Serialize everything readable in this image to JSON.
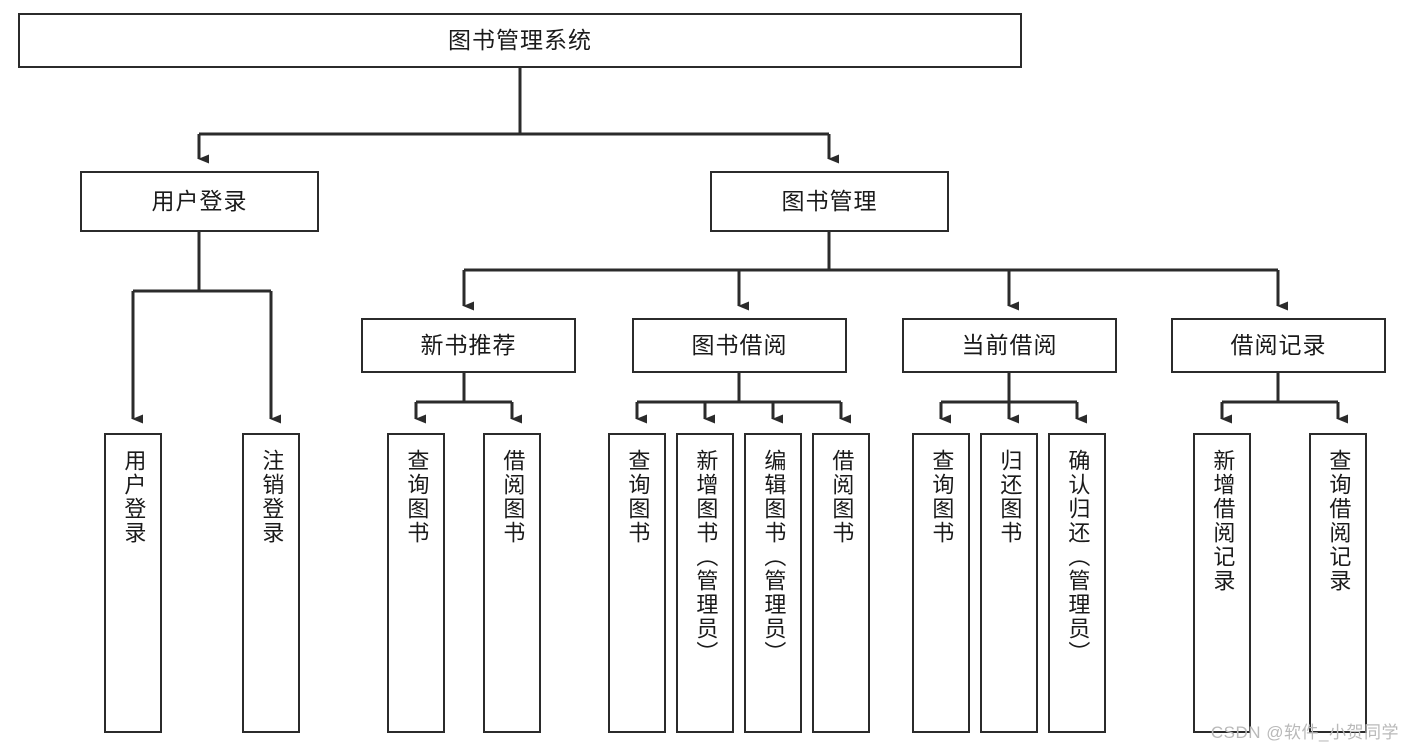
{
  "diagram": {
    "title": "图书管理系统",
    "type": "tree-hierarchy",
    "watermark": "CSDN @软件_小贺同学",
    "stroke_color": "#2b2b2b",
    "fill_color": "#ffffff",
    "text_color": "#1a1a1a",
    "watermark_color": "#b9b9b9"
  },
  "nodes": {
    "root": {
      "label": "图书管理系统",
      "level": 1,
      "orientation": "horizontal"
    },
    "l2": [
      {
        "id": "user-login",
        "label": "用户登录",
        "level": 2,
        "orientation": "horizontal"
      },
      {
        "id": "book-manage",
        "label": "图书管理",
        "level": 2,
        "orientation": "horizontal"
      }
    ],
    "l3": [
      {
        "id": "new-book-recommend",
        "label": "新书推荐",
        "level": 3,
        "orientation": "horizontal"
      },
      {
        "id": "book-borrow",
        "label": "图书借阅",
        "level": 3,
        "orientation": "horizontal"
      },
      {
        "id": "current-borrow",
        "label": "当前借阅",
        "level": 3,
        "orientation": "horizontal"
      },
      {
        "id": "borrow-record",
        "label": "借阅记录",
        "level": 3,
        "orientation": "horizontal"
      }
    ],
    "leaves": [
      {
        "id": "leaf-user-login",
        "label": "用户登录",
        "parent": "user-login",
        "orientation": "vertical"
      },
      {
        "id": "leaf-user-logout",
        "label": "注销登录",
        "parent": "user-login",
        "orientation": "vertical"
      },
      {
        "id": "leaf-query-book-1",
        "label": "查询图书",
        "parent": "new-book-recommend",
        "orientation": "vertical"
      },
      {
        "id": "leaf-borrow-book-1",
        "label": "借阅图书",
        "parent": "new-book-recommend",
        "orientation": "vertical"
      },
      {
        "id": "leaf-query-book-2",
        "label": "查询图书",
        "parent": "book-borrow",
        "orientation": "vertical"
      },
      {
        "id": "leaf-add-book",
        "label": "新增图书（管理员）",
        "parent": "book-borrow",
        "orientation": "vertical"
      },
      {
        "id": "leaf-edit-book",
        "label": "编辑图书（管理员）",
        "parent": "book-borrow",
        "orientation": "vertical"
      },
      {
        "id": "leaf-borrow-book-2",
        "label": "借阅图书",
        "parent": "book-borrow",
        "orientation": "vertical"
      },
      {
        "id": "leaf-query-book-3",
        "label": "查询图书",
        "parent": "current-borrow",
        "orientation": "vertical"
      },
      {
        "id": "leaf-return-book",
        "label": "归还图书",
        "parent": "current-borrow",
        "orientation": "vertical"
      },
      {
        "id": "leaf-confirm-return",
        "label": "确认归还（管理员）",
        "parent": "current-borrow",
        "orientation": "vertical"
      },
      {
        "id": "leaf-add-record",
        "label": "新增借阅记录",
        "parent": "borrow-record",
        "orientation": "vertical"
      },
      {
        "id": "leaf-query-record",
        "label": "查询借阅记录",
        "parent": "borrow-record",
        "orientation": "vertical"
      }
    ]
  }
}
